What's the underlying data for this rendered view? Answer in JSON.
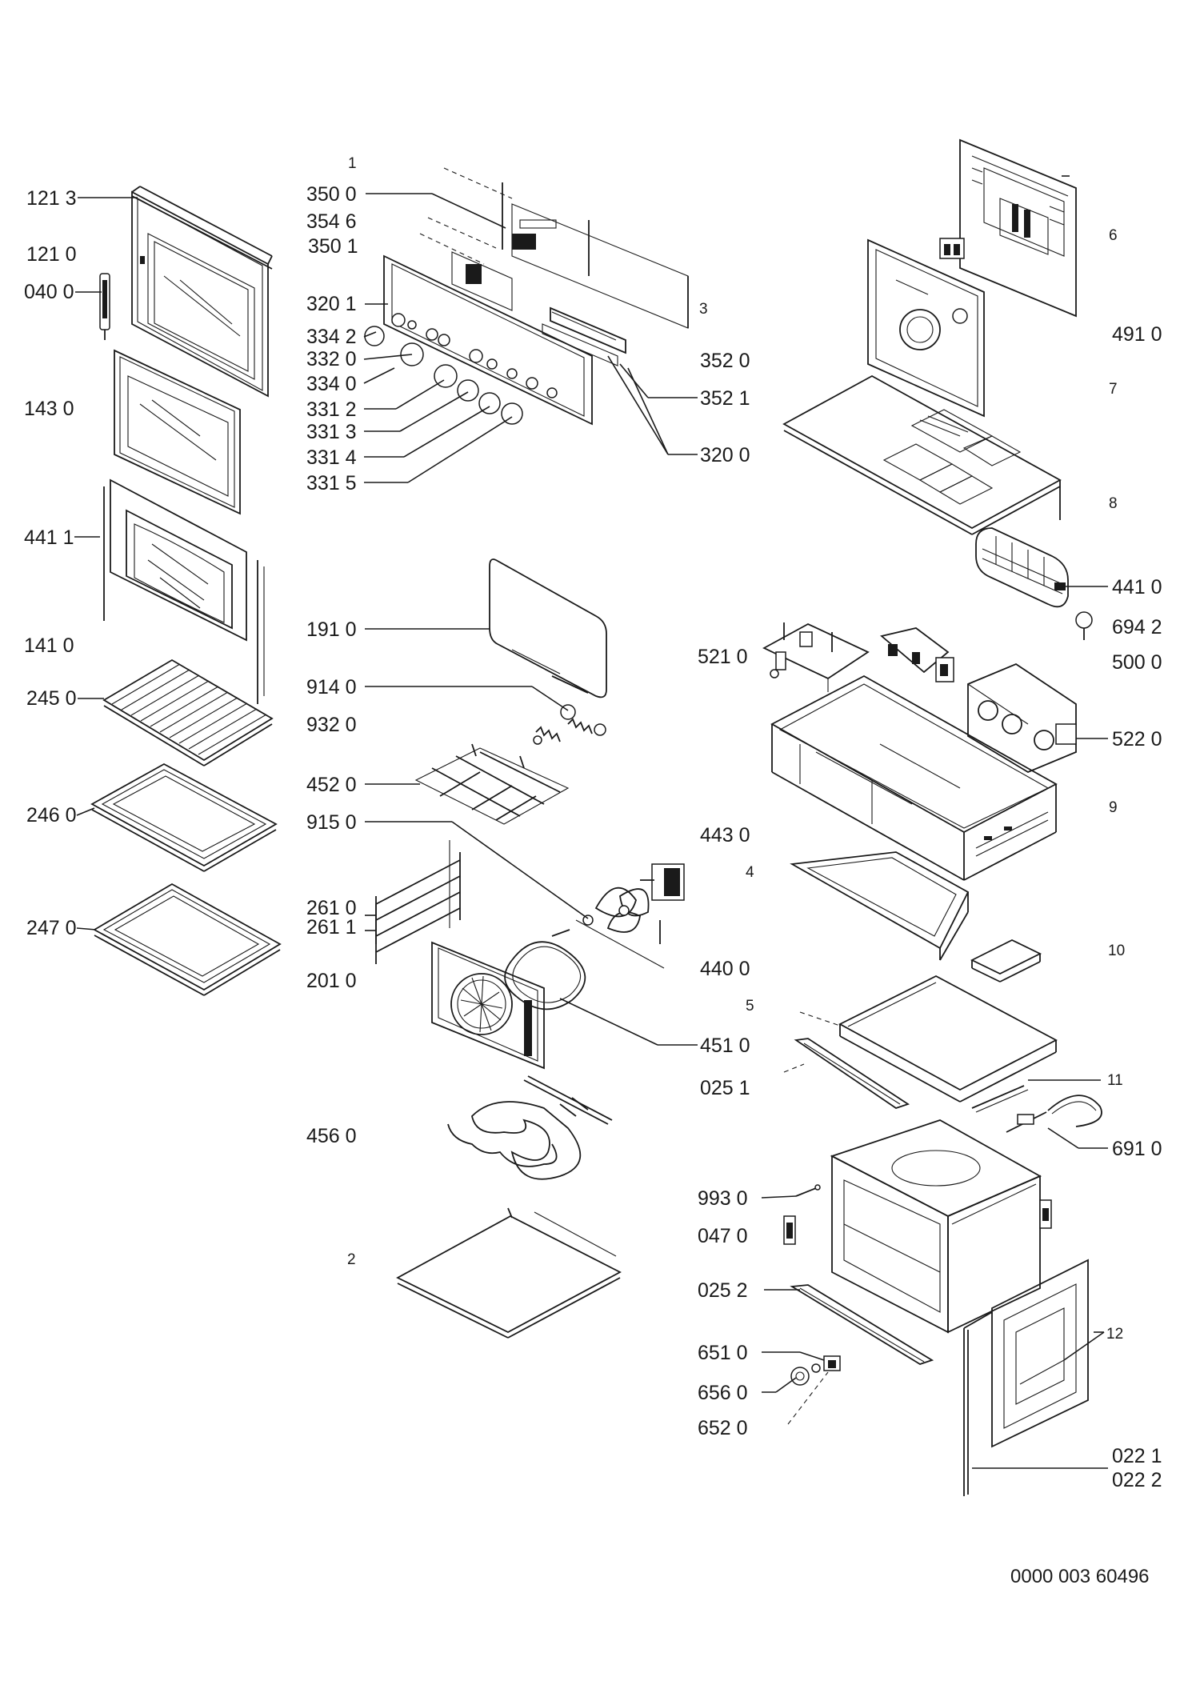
{
  "diagram": {
    "part_labels": [
      "121 3",
      "121 0",
      "040 0",
      "143 0",
      "441 1",
      "141 0",
      "245 0",
      "246 0",
      "247 0",
      "350 0",
      "354 6",
      "350 1",
      "320 1",
      "334 2",
      "332 0",
      "334 0",
      "331 2",
      "331 3",
      "331 4",
      "331 5",
      "352 0",
      "352 1",
      "320 0",
      "191 0",
      "914 0",
      "932 0",
      "452 0",
      "915 0",
      "443 0",
      "261 0",
      "261 1",
      "440 0",
      "201 0",
      "451 0",
      "456 0",
      "491 0",
      "441 0",
      "694 2",
      "521 0",
      "500 0",
      "522 0",
      "025 1",
      "691 0",
      "993 0",
      "047 0",
      "025 2",
      "651 0",
      "656 0",
      "652 0",
      "022 1",
      "022 2"
    ],
    "group_numbers": [
      "1",
      "2",
      "3",
      "4",
      "5",
      "6",
      "7",
      "8",
      "9",
      "10",
      "11",
      "12"
    ],
    "document_code": "0000 003 60496"
  }
}
